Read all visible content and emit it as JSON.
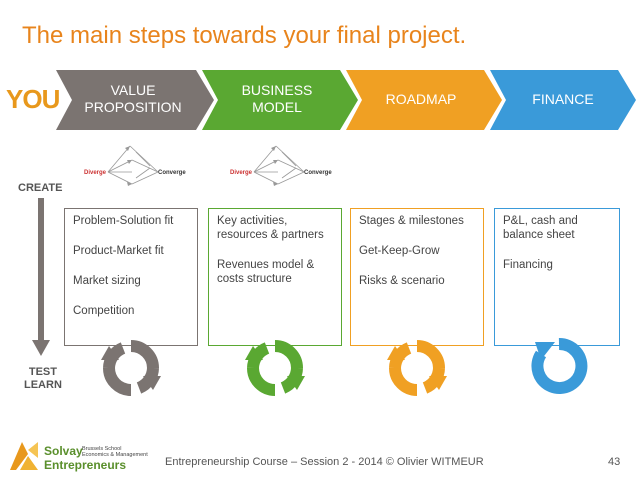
{
  "slide": {
    "title": "The main steps towards your final project.",
    "you_label": "YOU",
    "create_label": "CREATE",
    "test_label_1": "TEST",
    "test_label_2": "LEARN",
    "footer": "Entrepreneurship Course – Session 2 - 2014 © Olivier WITMEUR",
    "page_number": "43"
  },
  "steps": [
    {
      "label_1": "VALUE",
      "label_2": "PROPOSITION",
      "color": "#7b7471",
      "items": [
        "Problem-Solution fit",
        "Product-Market fit",
        "Market sizing",
        "Competition"
      ]
    },
    {
      "label_1": "BUSINESS",
      "label_2": "MODEL",
      "color": "#5aa832",
      "items": [
        "Key activities, resources & partners",
        "Revenues model & costs structure"
      ]
    },
    {
      "label_1": "ROADMAP",
      "label_2": "",
      "color": "#f0a023",
      "items": [
        "Stages & milestones",
        "Get-Keep-Grow",
        "Risks & scenario"
      ]
    },
    {
      "label_1": "FINANCE",
      "label_2": "",
      "color": "#3a9ad9",
      "items": [
        "P&L, cash and balance sheet",
        "Financing"
      ]
    }
  ],
  "diagram": {
    "diverge": "Diverge",
    "converge": "Converge"
  },
  "logo": {
    "line1": "Solvay",
    "line2": "Entrepreneurs",
    "sub1": "Brussels School",
    "sub2": "Economics & Management"
  },
  "icons": [
    "cycle-arrows-icon",
    "diverge-converge-diagram",
    "down-arrow-icon"
  ]
}
